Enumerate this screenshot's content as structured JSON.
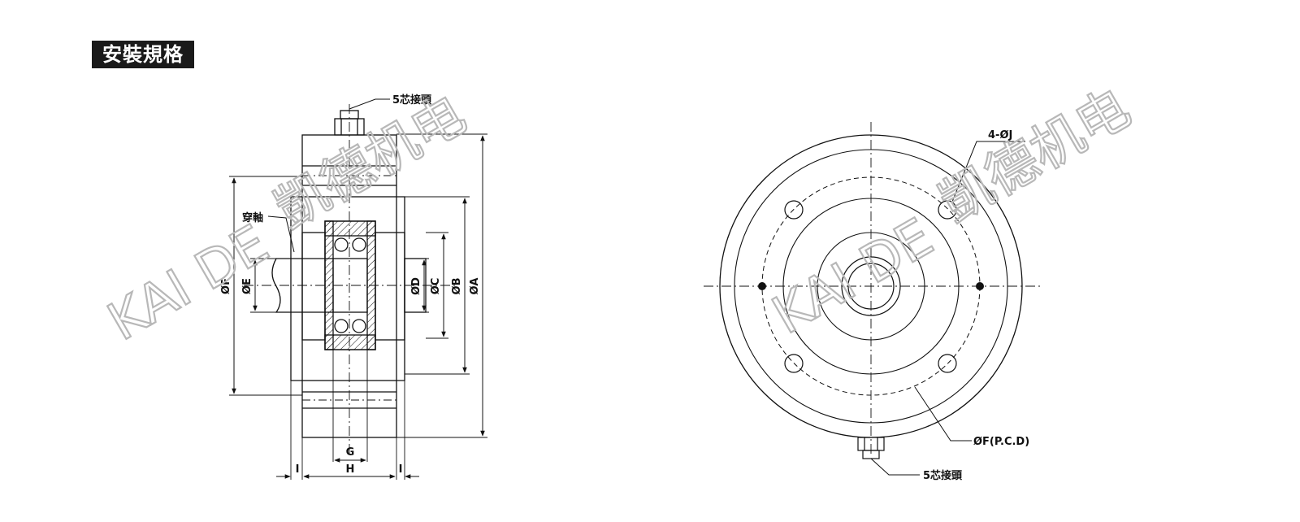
{
  "title": "安裝規格",
  "colors": {
    "line": "#111111",
    "watermark": "#b8b8b8",
    "title_bg": "#1a1a1a"
  },
  "side_view": {
    "connector_label": "5芯接頭",
    "shaft_label": "穿軸",
    "dims": {
      "A": "ØA",
      "B": "ØB",
      "C": "ØC",
      "D": "ØD",
      "E": "ØE",
      "F": "ØF",
      "G": "G",
      "H": "H",
      "I_left": "I",
      "I_right": "I"
    }
  },
  "front_view": {
    "hole_label": "4-ØJ",
    "pcd_label": "ØF(P.C.D)",
    "connector_label": "5芯接頭"
  },
  "watermark": {
    "brand": "KAI DE",
    "cn": "凱德机电"
  }
}
